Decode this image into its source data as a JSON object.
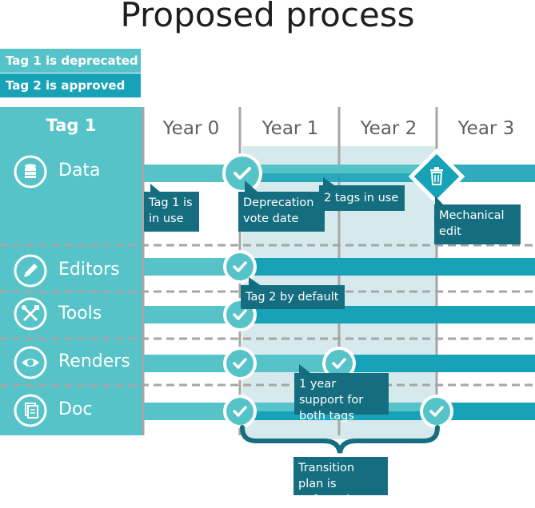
{
  "title": "Proposed process",
  "legend": [
    {
      "label": "Tag 1 is deprecated",
      "color": "#55c3c8"
    },
    {
      "label": "Tag 2 is approved",
      "color": "#17a2b8"
    }
  ],
  "header": "Tag 1",
  "years": [
    "Year 0",
    "Year 1",
    "Year 2",
    "Year 3"
  ],
  "rows": [
    {
      "label": "Data",
      "icon": "database-icon"
    },
    {
      "label": "Editors",
      "icon": "pencil-icon"
    },
    {
      "label": "Tools",
      "icon": "tools-icon"
    },
    {
      "label": "Renders",
      "icon": "eye-icon"
    },
    {
      "label": "Doc",
      "icon": "document-icon"
    }
  ],
  "callouts": {
    "tag1_in_use": "Tag 1 is in use",
    "deprecation_vote": "Deprecation vote date",
    "two_tags": "2 tags in use",
    "mechanical_edit": "Mechanical edit",
    "tag2_default": "Tag 2 by default",
    "one_year_support": "1 year support for both tags",
    "transition_plan": "Transition plan is enforced"
  },
  "colors": {
    "tag1": "#55c3c8",
    "tag2": "#17a2b8",
    "callout": "#146e80",
    "divider": "#a6a6a6",
    "transition_shade": "#d6e9ec",
    "text": "#ffffff"
  }
}
